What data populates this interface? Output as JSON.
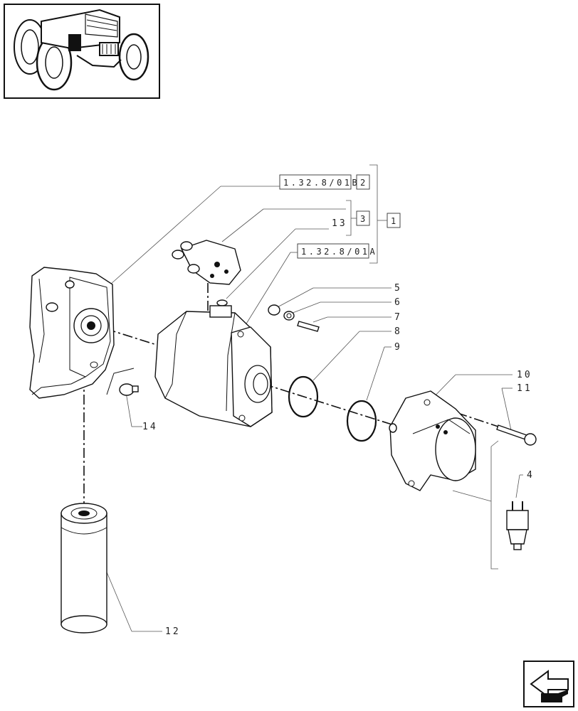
{
  "thumbnail": {
    "icon": "tractor-thumbnail-icon"
  },
  "references": {
    "ref_b": "1.32.8/01B",
    "ref_b_box": "2",
    "ref_a": "1.32.8/01A",
    "box_3": "3",
    "box_1": "1"
  },
  "callouts": {
    "c13": "13",
    "c14": "14",
    "c5": "5",
    "c6": "6",
    "c7": "7",
    "c8": "8",
    "c9": "9",
    "c10": "10",
    "c11": "11",
    "c4": "4",
    "c12": "12"
  },
  "nav": {
    "icon": "next-page-arrow-icon"
  }
}
